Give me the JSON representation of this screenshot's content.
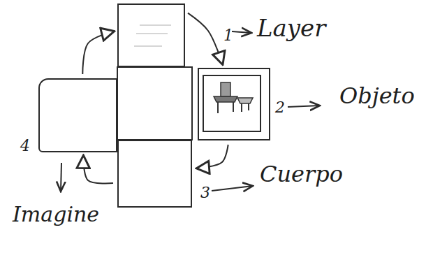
{
  "diagram": {
    "nodes": [
      {
        "text": [
          "1"
        ]
      },
      {
        "text": [
          "4"
        ]
      },
      {
        "text": [
          "2"
        ]
      },
      {
        "text": [
          "3"
        ]
      }
    ],
    "edges": [
      {
        "from": 1,
        "to": 0,
        "arrow": "to"
      },
      {
        "from": 0,
        "to": 2,
        "arrow": "to"
      },
      {
        "from": 2,
        "to": 3,
        "arrow": "to"
      },
      {
        "from": 3,
        "to": 1,
        "arrow": "to"
      }
    ],
    "labels": [
      "Layer",
      "Objeto",
      "Cuerpo",
      "Imagine"
    ]
  }
}
